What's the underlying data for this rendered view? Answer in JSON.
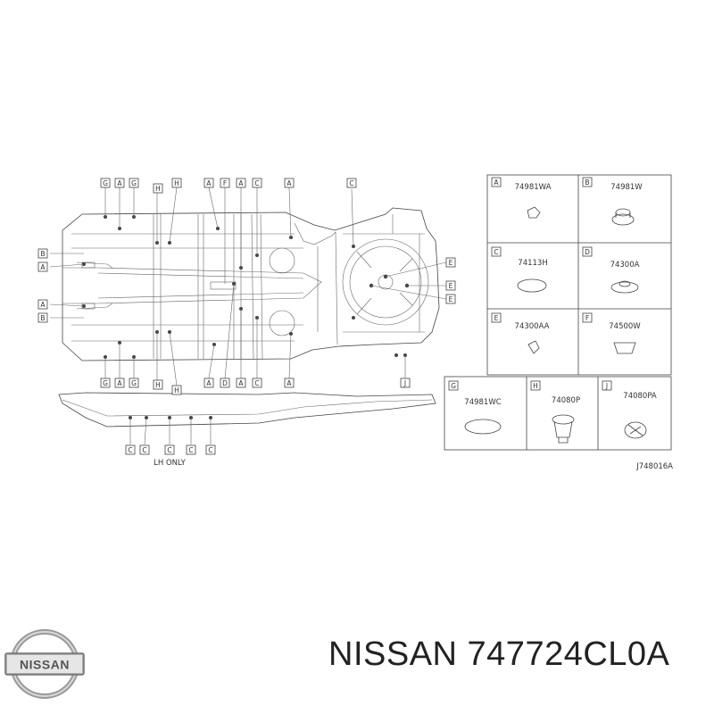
{
  "labels": {
    "top_row": [
      "G",
      "A",
      "G",
      "H",
      "H",
      "A",
      "F",
      "A",
      "C",
      "A",
      "C"
    ],
    "bottom_row": [
      "G",
      "A",
      "G",
      "H",
      "H",
      "A",
      "D",
      "A",
      "C",
      "A",
      "J"
    ],
    "left_col": [
      "B",
      "A",
      "A",
      "B"
    ],
    "right_col": [
      "E",
      "E",
      "E"
    ],
    "rail_row": [
      "C",
      "C",
      "C",
      "C",
      "C"
    ]
  },
  "lh_only": "LH ONLY",
  "diagram_code": "J748016A",
  "parts": [
    {
      "letter": "A",
      "number": "74981WA"
    },
    {
      "letter": "B",
      "number": "74981W"
    },
    {
      "letter": "C",
      "number": "74113H"
    },
    {
      "letter": "D",
      "number": "74300A"
    },
    {
      "letter": "E",
      "number": "74300AA"
    },
    {
      "letter": "F",
      "number": "74500W"
    },
    {
      "letter": "G",
      "number": "74981WC"
    },
    {
      "letter": "H",
      "number": "74080P"
    },
    {
      "letter": "J",
      "number": "74080PA"
    }
  ],
  "brand": {
    "logo_text": "NISSAN",
    "title": "NISSAN 747724CL0A"
  }
}
